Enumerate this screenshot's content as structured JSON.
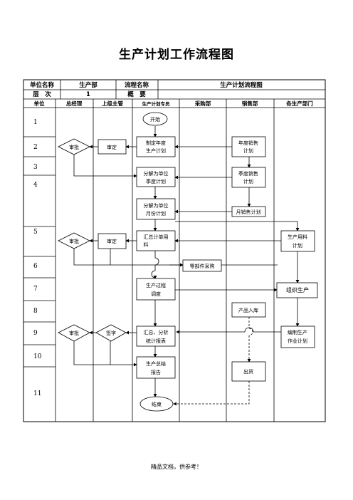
{
  "title": "生产计划工作流程图",
  "footer": "精品文档，供参考！",
  "header": {
    "unit_name_label": "单位名称",
    "unit_name_value": "生产部",
    "process_name_label": "流程名称",
    "process_name_value": "生产计划流程图",
    "level_label": "层　次",
    "level_value": "1",
    "summary_label": "概　要",
    "summary_value": ""
  },
  "columns": [
    "单位",
    "总经理",
    "上级主管",
    "生产计划专员",
    "采购部",
    "销售部",
    "各生产部门"
  ],
  "rows": [
    "1",
    "2",
    "3",
    "4",
    "5",
    "6",
    "7",
    "8",
    "9",
    "10",
    "11"
  ],
  "nodes": {
    "start": "开始",
    "approve1": "审批",
    "review1": "审定",
    "annual_plan": "制定年度生产计划",
    "annual_sales": "年度销售计划",
    "quarter_plan": "分解为单位季度计划",
    "quarter_sales": "季度销售计划",
    "monthly_plan": "分解为单位月份计划",
    "monthly_sales": "月销售计划",
    "approve2": "审批",
    "review2": "审定",
    "summary_material": "汇总计单用料",
    "material_plan": "生产用料计划",
    "parts_purchase": "零部件采购",
    "process_control": "生产过程调度",
    "organize_production": "组织生产",
    "product_storage": "产品入库",
    "approve3": "审批",
    "sign": "签字",
    "summary_report": "汇总、分析统计报表",
    "work_plan": "编制生产作业计划",
    "prod_summary": "生产总结报告",
    "shipment": "出货",
    "end": "结束"
  }
}
